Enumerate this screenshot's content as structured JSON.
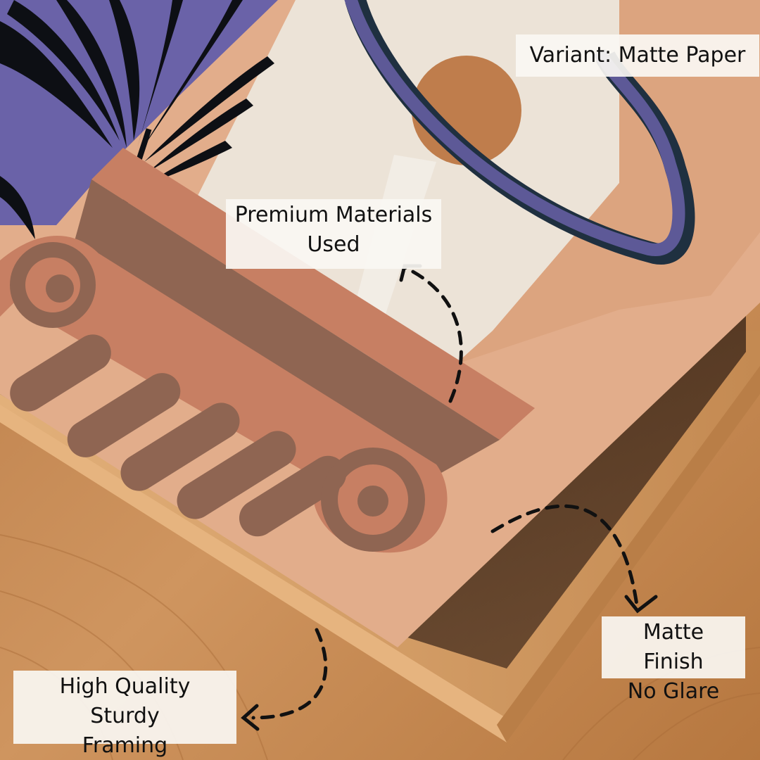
{
  "labels": {
    "variant": "Variant: Matte Paper",
    "premium_line1": "Premium Materials",
    "premium_line2": "Used",
    "matte_line1": "Matte Finish",
    "matte_line2": "No Glare",
    "framing_line1": "High Quality Sturdy",
    "framing_line2": "Framing"
  },
  "colors": {
    "wood": "#c98d58",
    "frame": "#d9a46d",
    "frame_inner": "#3a2515",
    "poster_base": "#e2ad8b",
    "cream": "#ece3d7",
    "column": "#c77f63",
    "column_dark": "#8f6552",
    "ring_outer": "#5d5997",
    "ring_inner": "#1f3040",
    "leaf_purple": "#6a62a8",
    "leaf_black": "#0d0f14",
    "terracotta_dot": "#bf7d4c",
    "label_bg": "#faf7f3",
    "label_text": "#111111"
  },
  "icons": [
    "dashed-curved-arrow-icon"
  ]
}
